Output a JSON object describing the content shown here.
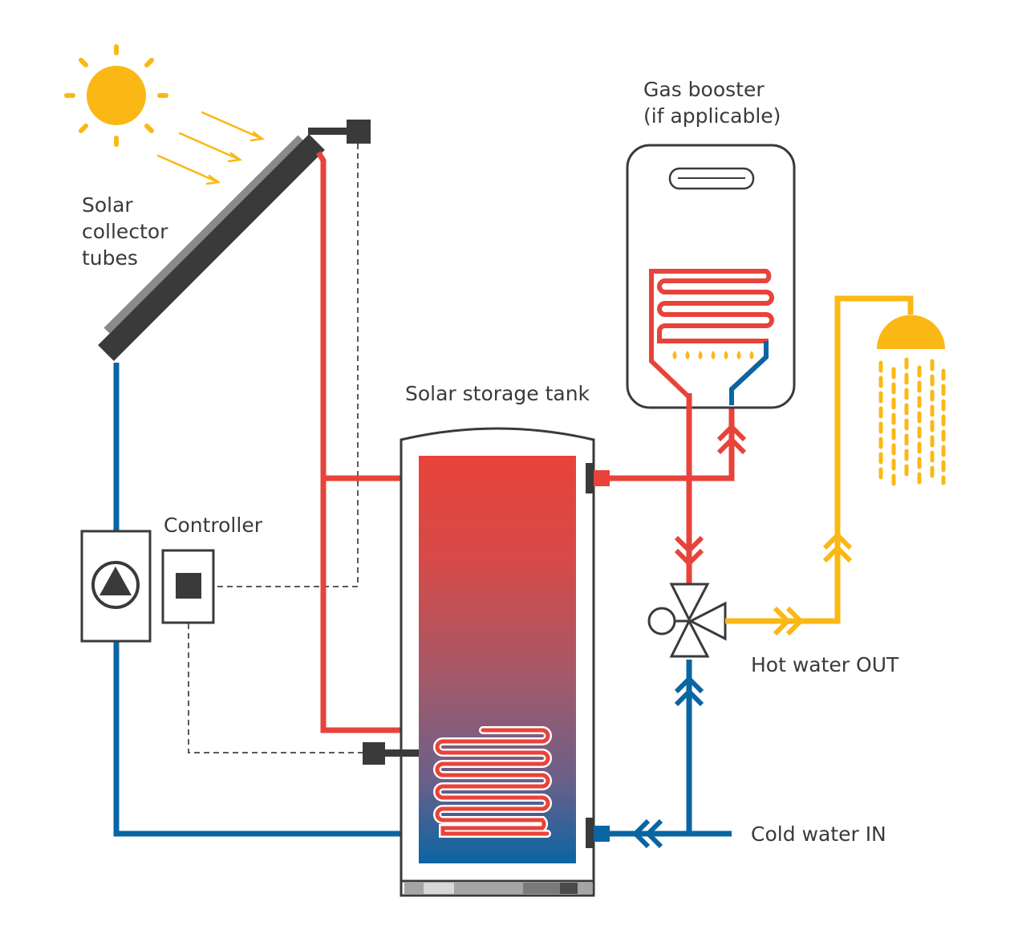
{
  "labels": {
    "collector_line1": "Solar",
    "collector_line2": "collector",
    "collector_line3": "tubes",
    "gas_line1": "Gas booster",
    "gas_line2": "(if applicable)",
    "tank": "Solar storage tank",
    "controller": "Controller",
    "hot_out": "Hot water OUT",
    "cold_in": "Cold water IN"
  },
  "colors": {
    "hot": "#e8433a",
    "cold": "#0a65a3",
    "supply": "#fbb814",
    "dark": "#3a3a3a",
    "sun": "#fbb814"
  },
  "icons": [
    "sun-icon",
    "pump-icon",
    "shower-head-icon",
    "burner-flame-icon",
    "three-way-valve-icon"
  ]
}
